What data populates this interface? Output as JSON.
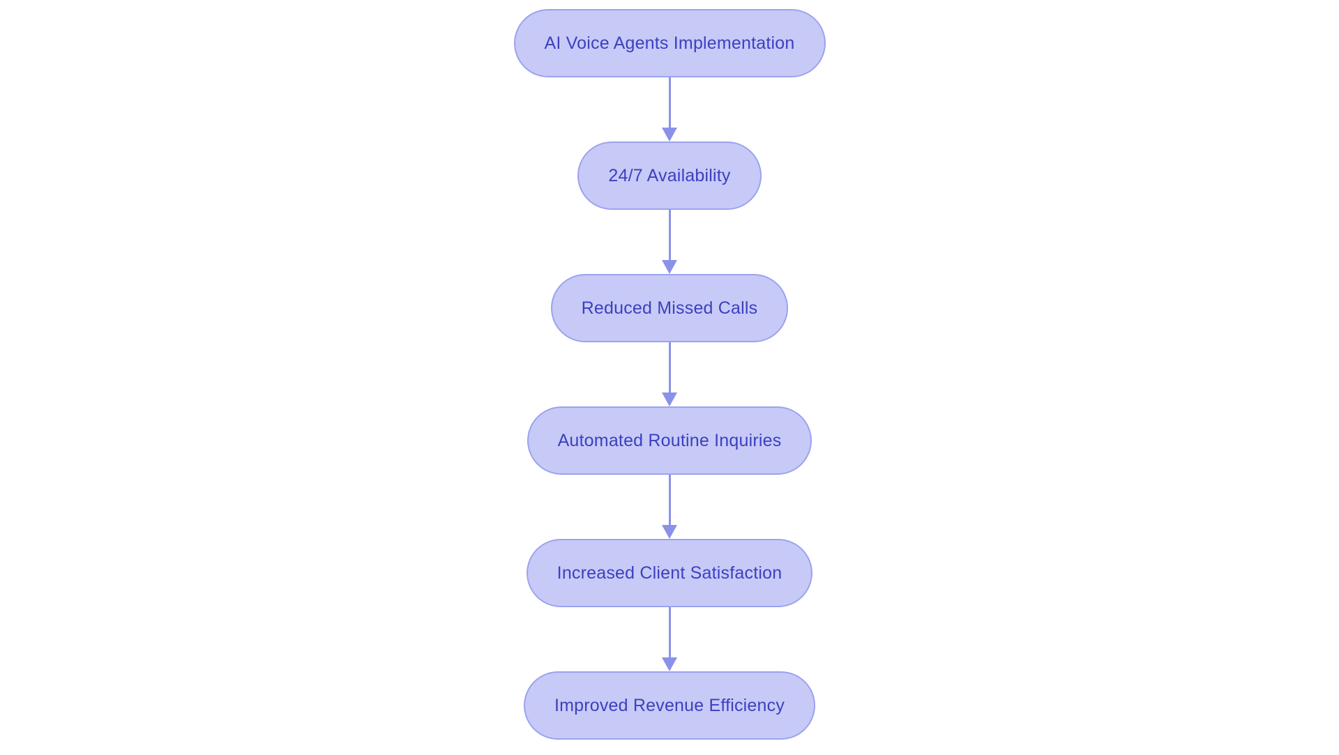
{
  "diagram": {
    "type": "flowchart",
    "direction": "top-down",
    "colors": {
      "background": "#ffffff",
      "node_fill": "#c7caf7",
      "node_border": "#9ba2ee",
      "node_text": "#3c40bf",
      "arrow": "#8a92e8"
    },
    "nodes": [
      {
        "id": "n1",
        "label": "AI Voice Agents Implementation"
      },
      {
        "id": "n2",
        "label": "24/7 Availability"
      },
      {
        "id": "n3",
        "label": "Reduced Missed Calls"
      },
      {
        "id": "n4",
        "label": "Automated Routine Inquiries"
      },
      {
        "id": "n5",
        "label": "Increased Client Satisfaction"
      },
      {
        "id": "n6",
        "label": "Improved Revenue Efficiency"
      }
    ],
    "edges": [
      {
        "from": "n1",
        "to": "n2"
      },
      {
        "from": "n2",
        "to": "n3"
      },
      {
        "from": "n3",
        "to": "n4"
      },
      {
        "from": "n4",
        "to": "n5"
      },
      {
        "from": "n5",
        "to": "n6"
      }
    ]
  }
}
